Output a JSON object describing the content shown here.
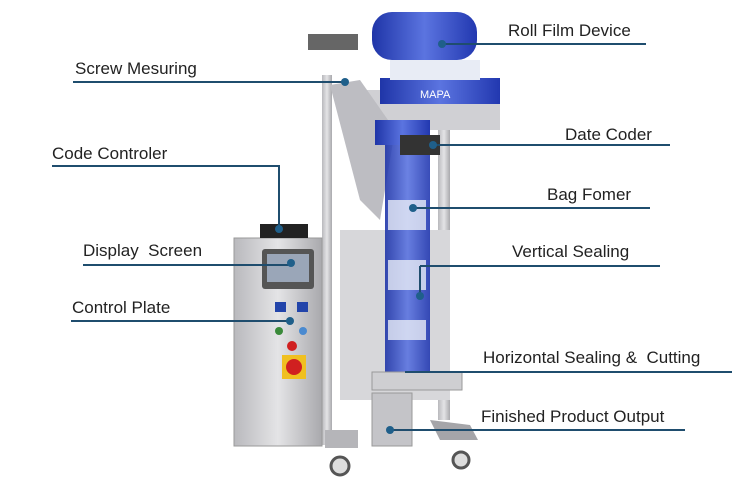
{
  "labels": {
    "roll_film_device": "Roll Film Device",
    "screw_mesuring": "Screw Mesuring",
    "date_coder": "Date Coder",
    "code_controler": "Code Controler",
    "bag_fomer": "Bag Fomer",
    "display_screen": "Display  Screen",
    "vertical_sealing": "Vertical Sealing",
    "control_plate": "Control Plate",
    "horizontal_sealing_cutting": "Horizontal Sealing &  Cutting",
    "finished_product_output": "Finished Product Output"
  },
  "film_print": "MAPA",
  "colors": {
    "leader_line": "#1f4d6e",
    "marker_dot": "#1f5f8a",
    "film_blue": "#2b45c4",
    "steel": "#c9c9cc"
  }
}
